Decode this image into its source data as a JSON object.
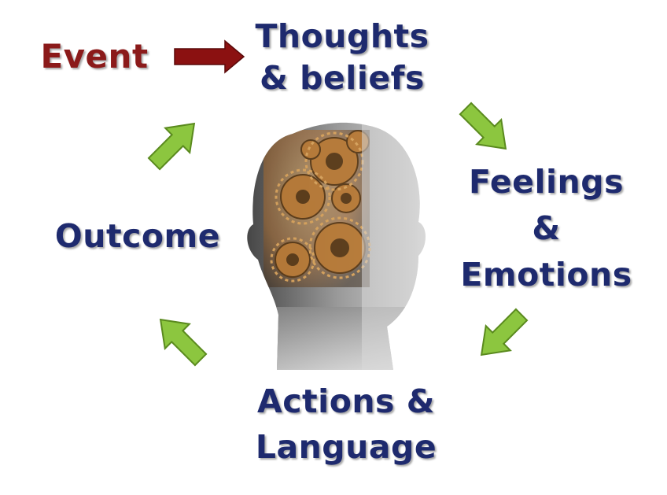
{
  "colors": {
    "event_text": "#8b1a1a",
    "stage_text": "#1e2a6e",
    "event_arrow": "#8b1111",
    "cycle_arrow_fill": "#8cc63f",
    "cycle_arrow_stroke": "#5a8a1e"
  },
  "nodes": {
    "event": {
      "lines": [
        "Event"
      ]
    },
    "thoughts": {
      "lines": [
        "Thoughts",
        "& beliefs"
      ]
    },
    "feelings": {
      "lines": [
        "Feelings",
        "&",
        "Emotions"
      ]
    },
    "actions": {
      "lines": [
        "Actions &",
        "Language"
      ]
    },
    "outcome": {
      "lines": [
        "Outcome"
      ]
    }
  },
  "image": {
    "subject": "human head silhouette with gear mechanism"
  },
  "icons": {
    "event_arrow": "right-arrow-icon",
    "cycle_arrows": "diagonal-arrow-icon"
  }
}
